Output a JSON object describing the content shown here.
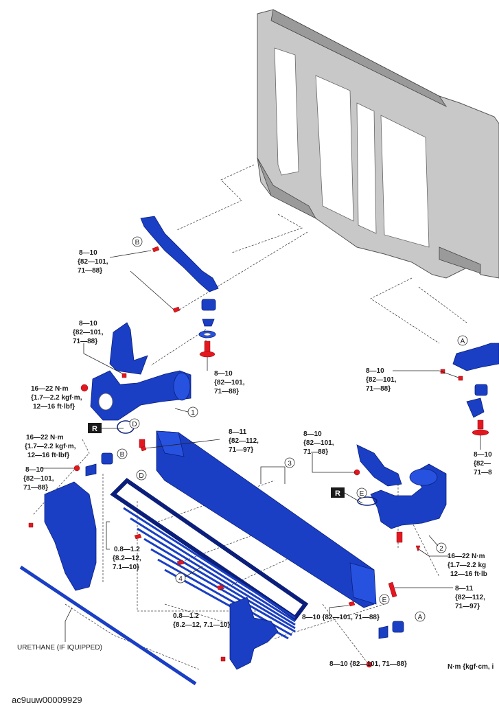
{
  "labels": {
    "torque_b_upper": [
      "8—10",
      "{82—101,",
      "71—88}"
    ],
    "torque_bracket_left": [
      "8—10",
      "{82—101,",
      "71—88}"
    ],
    "torque_mount_left": [
      "8—10",
      "{82—101,",
      "71—88}"
    ],
    "torque_16_22_upper": [
      "16—22 N·m",
      "{1.7—2.2 kgf·m,",
      "12—16 ft·lbf}"
    ],
    "torque_16_22_lower": [
      "16—22 N·m",
      "{1.7—2.2 kgf·m,",
      "12—16 ft·lbf}"
    ],
    "torque_8_10_left_mid": [
      "8—10",
      "{82—101,",
      "71—88}"
    ],
    "torque_8_11_top": [
      "8—11",
      "{82—112,",
      "71—97}"
    ],
    "torque_right_bracket": [
      "8—10",
      "{82—101,",
      "71—88}"
    ],
    "torque_mid_right": [
      "8—10",
      "{82—101,",
      "71—88}"
    ],
    "torque_right_cut": [
      "8—10",
      "{82—",
      "71—8"
    ],
    "clearance_left": [
      "0.8—1.2",
      "{8.2—12,",
      "7.1—10}"
    ],
    "clearance_bottom": [
      "0.8—1.2",
      "{8.2—12, 7.1—10}"
    ],
    "torque_16_22_right": [
      "16—22 N·m",
      "{1.7—2.2 kg",
      "12—16 ft·lb"
    ],
    "torque_8_11_right": [
      "8—11",
      "{82—112,",
      "71—97}"
    ],
    "torque_bottom_1": "8—10 {82—101, 71—88}",
    "torque_bottom_2": "8—10 {82—101, 71—88}",
    "urethane": "URETHANE (IF IQUIPPED)",
    "unit_note": "N·m {kgf·cm, i"
  },
  "callouts": {
    "n1": "1",
    "n2": "2",
    "n3": "3",
    "n4": "4",
    "a": "A",
    "b": "B",
    "d": "D",
    "e": "E",
    "r": "R"
  },
  "figure_id": "ac9uuw00009929",
  "colors": {
    "part_blue": "#1a3fc4",
    "fastener_red": "#e3171f",
    "frame_grey": "#c8c8c8"
  }
}
